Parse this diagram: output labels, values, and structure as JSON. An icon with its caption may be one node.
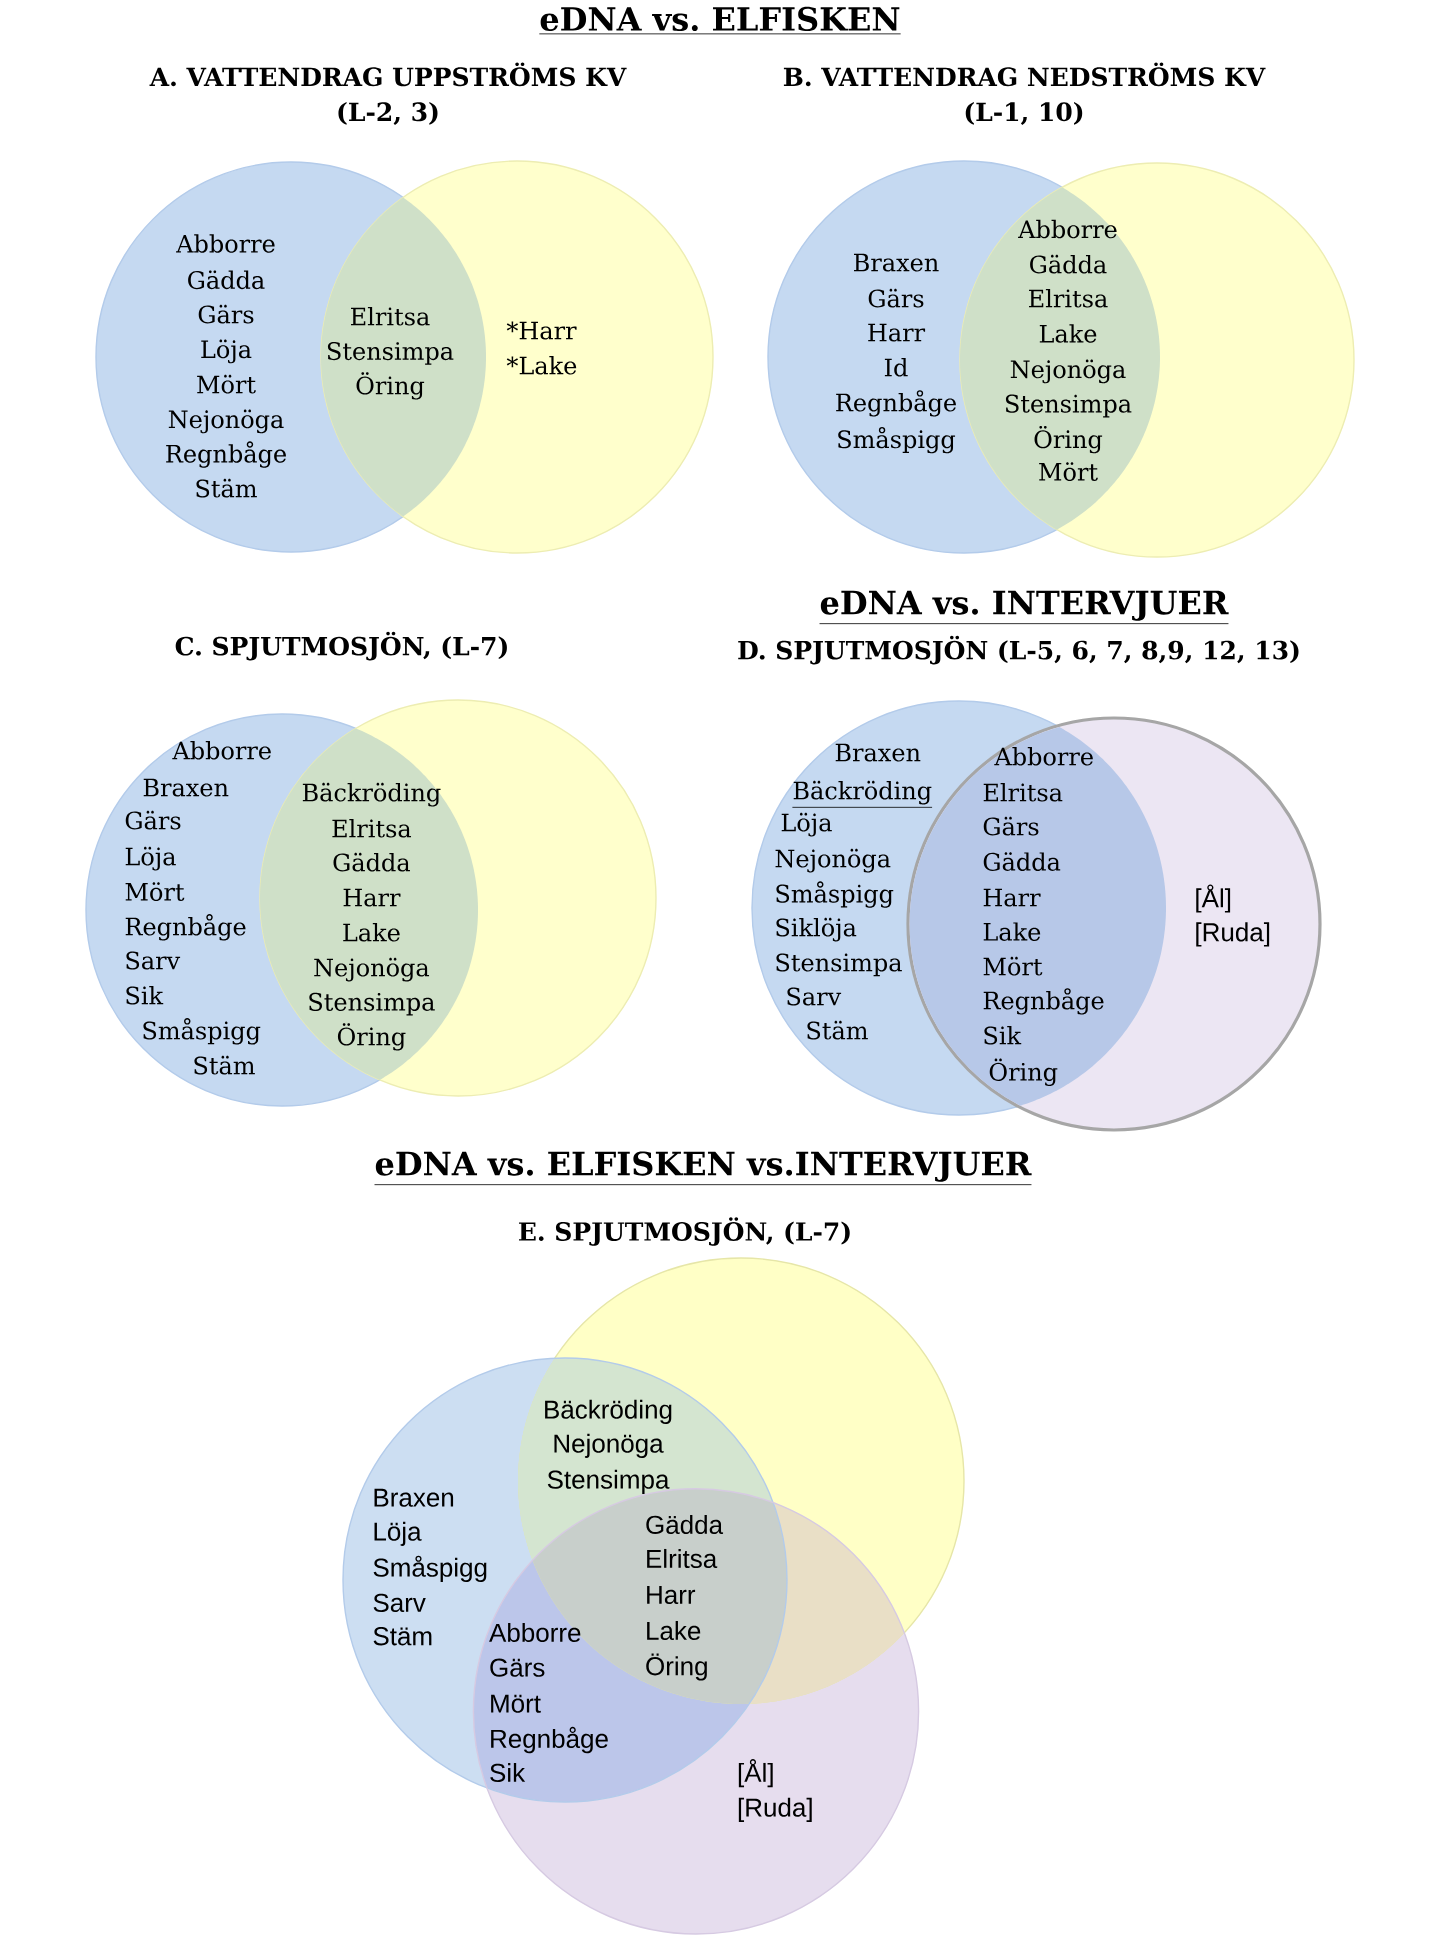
{
  "diagram": {
    "title": "eDNA vs. ELFISKEN",
    "nodes": [
      {
        "text": [
          "Abborre",
          "Gädda",
          "Gärs",
          "Löja",
          "Mört",
          "Nejonöga",
          "Regnbåge",
          "Stäm"
        ]
      },
      {
        "text": [
          "*Harr",
          "*Lake"
        ]
      },
      {
        "text": [
          "Braxen",
          "Gärs",
          "Harr",
          "Id",
          "Regnbåge",
          "Småspigg"
        ]
      },
      {
        "text": [],
        "shape": "circle"
      },
      {
        "text": [
          "Abborre",
          "Braxen",
          "Gärs",
          "Löja",
          "Mört",
          "Regnbåge",
          "Sarv",
          "Sik",
          "Småspigg",
          "Stäm"
        ]
      },
      {
        "text": [],
        "shape": "circle"
      },
      {
        "text": [
          "Braxen",
          "Bäckröding",
          "Löja",
          "Nejonöga",
          "Småspigg",
          "Siklöja",
          "Stensimpa",
          "Sarv",
          "Stäm"
        ]
      },
      {
        "text": [
          "[Ål]",
          "[Ruda]"
        ]
      },
      {
        "text": [],
        "shape": "circle"
      },
      {
        "text": [
          "Braxen",
          "Löja",
          "Småspigg",
          "Sarv",
          "Stäm"
        ]
      },
      {
        "text": [
          "[Ål]",
          "[Ruda]"
        ]
      }
    ],
    "labels": [
      "A. VATTENDRAG UPPSTRÖMS KV (L-2, 3)",
      "B. VATTENDRAG NEDSTRÖMS KV (L-1, 10)",
      "Elritsa",
      "Stensimpa",
      "Öring",
      "Abborre",
      "Gädda",
      "Elritsa",
      "Lake",
      "Nejonöga",
      "Stensimpa",
      "Öring",
      "Mört",
      "eDNA vs. INTERVJUER",
      "C. SPJUTMOSJÖN, (L-7)",
      "D. SPJUTMOSJÖN (L-5, 6, 7, 8,9, 12, 13)",
      "Bäckröding",
      "Elritsa",
      "Gädda",
      "Harr",
      "Lake",
      "Nejonöga",
      "Stensimpa",
      "Öring",
      "Abborre",
      "Elritsa",
      "Gärs",
      "Gädda",
      "Harr",
      "Lake",
      "Mört",
      "Regnbåge",
      "Sik",
      "Öring",
      "eDNA vs. ELFISKEN vs.INTERVJUER",
      "E. SPJUTMOSJÖN, (L-7)",
      "Bäckröding",
      "Nejonöga",
      "Stensimpa",
      "Gädda",
      "Elritsa",
      "Harr",
      "Lake",
      "Öring",
      "Abborre",
      "Gärs",
      "Mört",
      "Regnbåge",
      "Sik"
    ]
  }
}
